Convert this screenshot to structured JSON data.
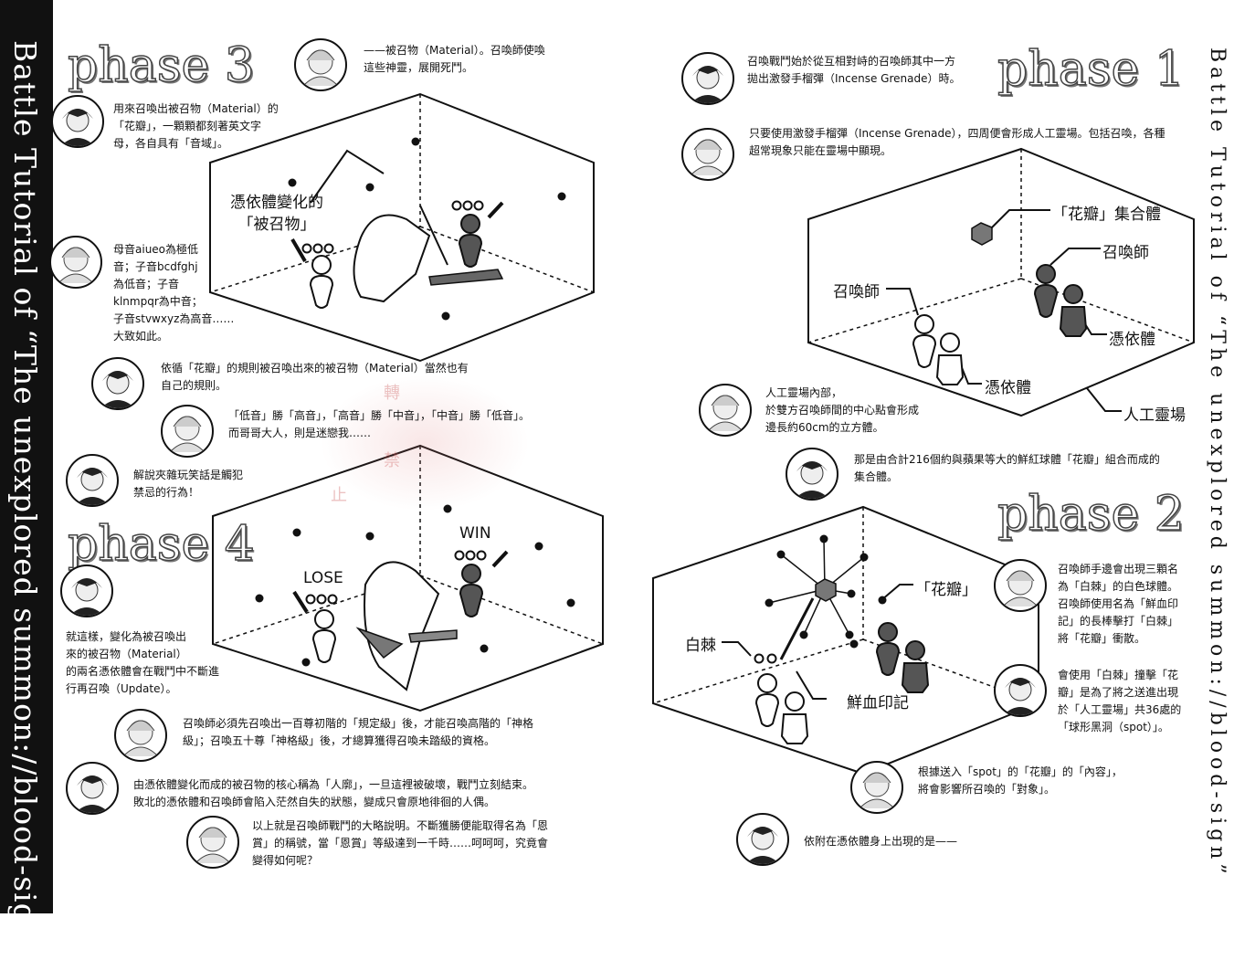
{
  "spine": {
    "left_text": "Battle Tutorial of “The unexplored summon://blood-sign”",
    "right_text": "Battle Tutorial of “The unexplored summon://blood-sign”"
  },
  "phases": {
    "p1": "phase 1",
    "p2": "phase 2",
    "p3": "phase 3",
    "p4": "phase 4"
  },
  "dialogues": {
    "d01": "——被召物（Material）。召喚師使喚\n這些神靈，展開死鬥。",
    "d02": "用來召喚出被召物（Material）的\n「花瓣」，一顆顆都刻著英文字\n母，各自具有「音域」。",
    "d03": "母音aiueo為極低\n音；子音bcdfghj\n為低音；子音\nklnmpqr為中音；\n子音stvwxyz為高音……\n大致如此。",
    "d04": "依循「花瓣」的規則被召喚出來的被召物（Material）當然也有\n自己的規則。",
    "d05": "「低音」勝「高音」，「高音」勝「中音」，「中音」勝「低音」。\n而哥哥大人，則是迷戀我……",
    "d06": "解說夾雜玩笑話是觸犯\n禁忌的行為！",
    "d07": "就這樣，變化為被召喚出\n來的被召物（Material）\n的兩名憑依體會在戰鬥中不斷進\n行再召喚（Update）。",
    "d08": "召喚師必須先召喚出一百尊初階的「規定級」後，才能召喚高階的「神格\n級」；召喚五十尊「神格級」後，才總算獲得召喚未踏級的資格。",
    "d09": "由憑依體變化而成的被召物的核心稱為「人廓」，一旦這裡被破壞，戰鬥立刻結束。\n敗北的憑依體和召喚師會陷入茫然自失的狀態，變成只會原地徘徊的人偶。",
    "d10": "以上就是召喚師戰鬥的大略說明。不斷獲勝便能取得名為「恩\n賞」的稱號，當「恩賞」等級達到一千時……呵呵呵，究竟會\n變得如何呢？",
    "d11": "召喚戰鬥始於從互相對峙的召喚師其中一方\n拋出激發手榴彈（Incense Grenade）時。",
    "d12": "只要使用激發手榴彈（Incense Grenade），四周便會形成人工靈場。包括召喚，各種\n超常現象只能在靈場中顯現。",
    "d13": "人工靈場內部，\n於雙方召喚師間的中心點會形成\n邊長約60cm的立方體。",
    "d14": "那是由合計216個約與蘋果等大的鮮紅球體「花瓣」組合而成的\n集合體。",
    "d15": "召喚師手邊會出現三顆名\n為「白棘」的白色球體。\n召喚師使用名為「鮮血印\n記」的長棒擊打「白棘」\n將「花瓣」衝散。",
    "d16": "會使用「白棘」撞擊「花\n瓣」是為了將之送進出現\n於「人工靈場」共36處的\n「球形黑洞（spot）」。",
    "d17": "根據送入「spot」的「花瓣」的「內容」，\n將會影響所召喚的「對象」。",
    "d18": "依附在憑依體身上出現的是——"
  },
  "diagram_labels": {
    "p3_summoned": "憑依體變化的\n「被召物」",
    "p4_lose": "LOSE",
    "p4_win": "WIN",
    "p1_cluster": "「花瓣」集合體",
    "p1_summoner_right": "召喚師",
    "p1_summoner_left": "召喚師",
    "p1_medium_right": "憑依體",
    "p1_medium_left": "憑依體",
    "p1_field": "人工靈場",
    "p2_petal": "「花瓣」",
    "p2_thorn": "白棘",
    "p2_bloodsign": "鮮血印記"
  },
  "watermark": {
    "c1": "轉",
    "c2": "禁",
    "c3": "止"
  },
  "icons": {
    "girl": "girl-avatar-icon",
    "boy": "boy-avatar-icon"
  },
  "colors": {
    "spine": "#111111",
    "dark_piece": "#555555",
    "ink": "#111111"
  }
}
